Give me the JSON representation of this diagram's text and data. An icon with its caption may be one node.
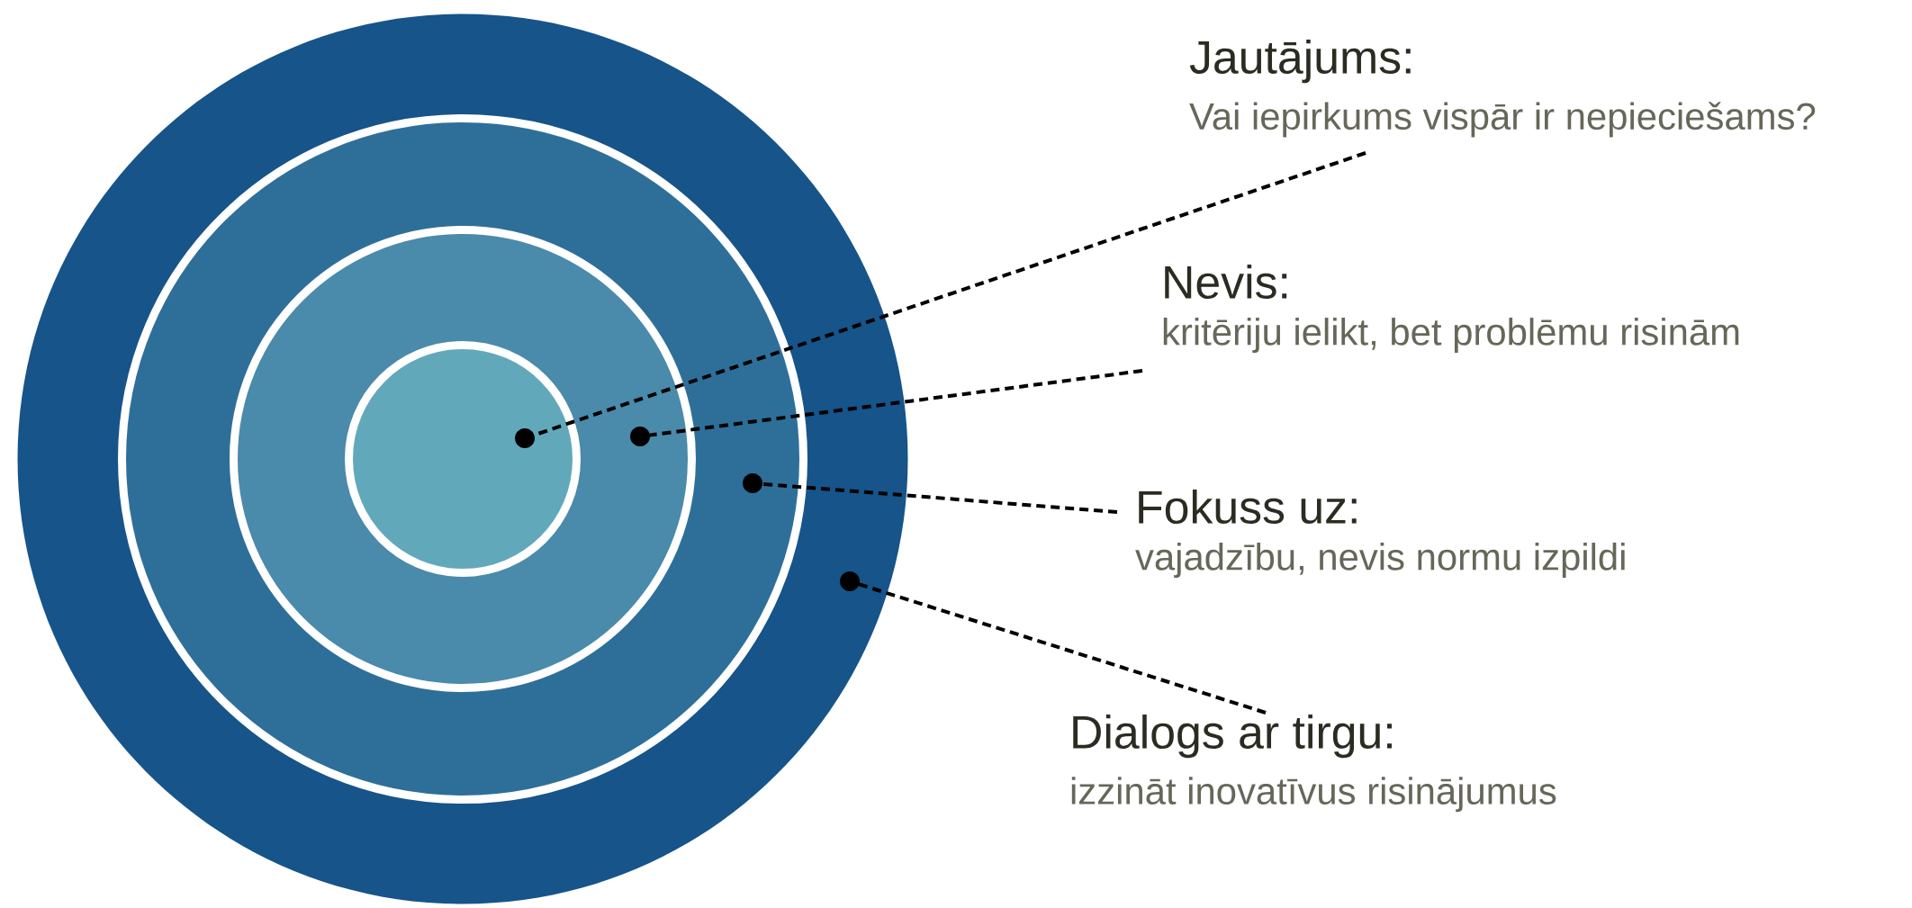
{
  "diagram": {
    "nodes": [
      {
        "text": [],
        "shape": "circle"
      },
      {
        "text": [],
        "shape": "circle",
        "in": 0
      },
      {
        "text": [],
        "shape": "circle",
        "in": 1
      },
      {
        "text": [],
        "shape": "circle",
        "in": 2
      },
      {
        "text": [
          "Jautājums:",
          "Vai iepirkums vispār ir nepieciešams?"
        ]
      },
      {
        "text": [
          "Nevis:",
          "kritēriju ielikt, bet problēmu risinām"
        ]
      },
      {
        "text": [
          "Fokuss uz:",
          "vajadzību, nevis normu izpildi"
        ]
      },
      {
        "text": [
          "Dialogs ar tirgu:",
          "izzināt inovatīvus risinājumus"
        ]
      }
    ],
    "edges": [
      {
        "from": 4,
        "to": 3,
        "arrow": "other",
        "style": "dashed"
      },
      {
        "from": 5,
        "to": 2,
        "arrow": "other",
        "style": "dashed"
      },
      {
        "from": 6,
        "to": 1,
        "arrow": "other",
        "style": "dashed"
      },
      {
        "from": 7,
        "to": 0,
        "arrow": "other",
        "style": "dashed"
      }
    ]
  }
}
